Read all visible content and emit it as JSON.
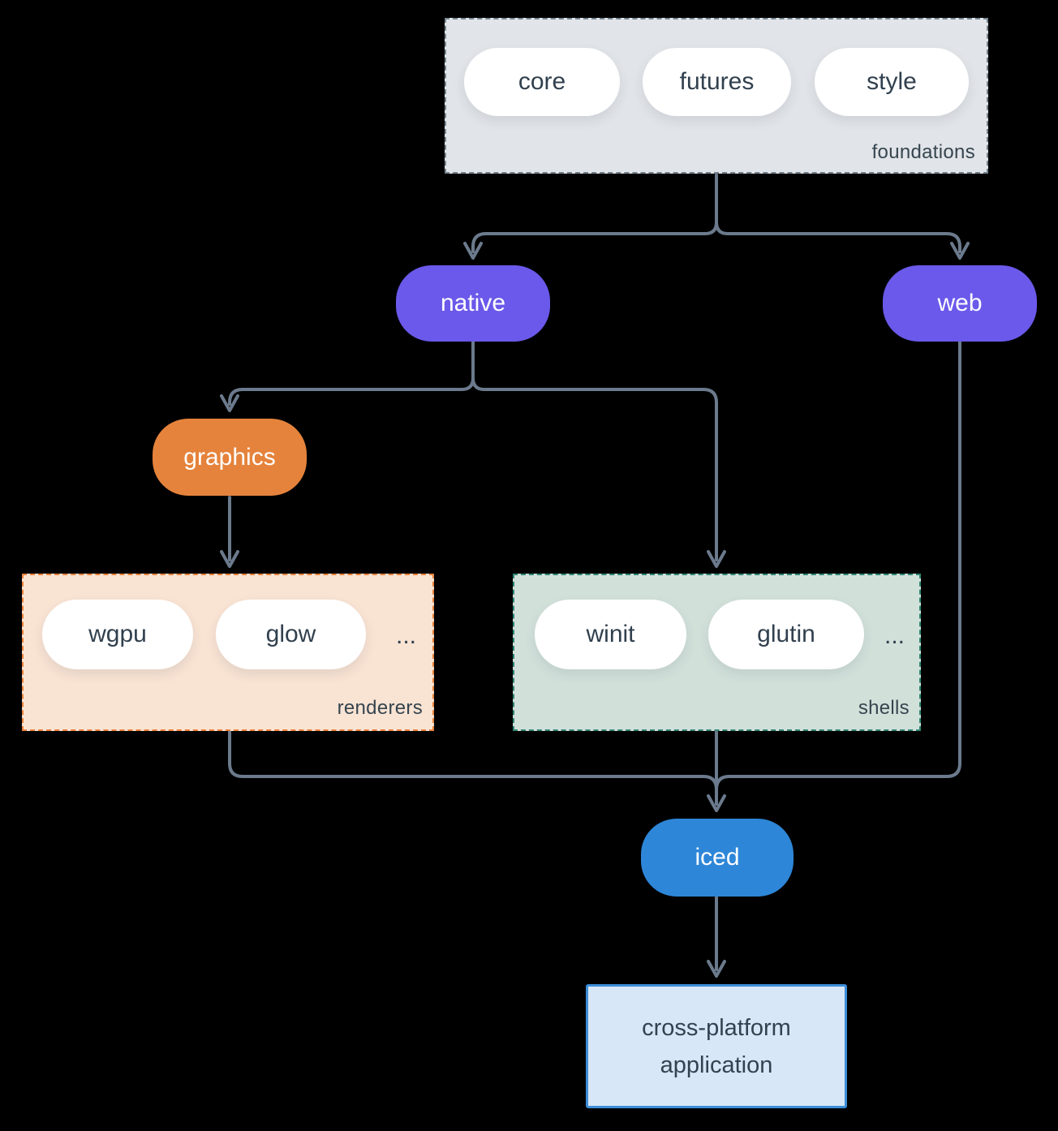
{
  "canvas": {
    "background": "#000000",
    "line_color": "#6b7a8c",
    "text_color": "#31404e"
  },
  "groups": {
    "foundations": {
      "label": "foundations",
      "fill": "#e1e4e8",
      "border": "#76848f",
      "pills": [
        "core",
        "futures",
        "style"
      ]
    },
    "renderers": {
      "label": "renderers",
      "fill": "#f9e3d3",
      "border": "#e8823c",
      "pills": [
        "wgpu",
        "glow"
      ],
      "more": "..."
    },
    "shells": {
      "label": "shells",
      "fill": "#d2e0da",
      "border": "#2f8573",
      "pills": [
        "winit",
        "glutin"
      ],
      "more": "..."
    }
  },
  "nodes": {
    "native": {
      "label": "native",
      "fill": "#6a59ea"
    },
    "web": {
      "label": "web",
      "fill": "#6a59ea"
    },
    "graphics": {
      "label": "graphics",
      "fill": "#e5833c"
    },
    "iced": {
      "label": "iced",
      "fill": "#2e86d8"
    }
  },
  "application": {
    "line1": "cross-platform",
    "line2": "application",
    "fill": "#d7e7f7",
    "border": "#3b8dd8"
  },
  "edges": [
    "foundations -> native",
    "foundations -> web",
    "native -> graphics",
    "native -> shells",
    "graphics -> renderers",
    "renderers -> iced",
    "shells -> iced",
    "web -> iced",
    "iced -> application"
  ]
}
